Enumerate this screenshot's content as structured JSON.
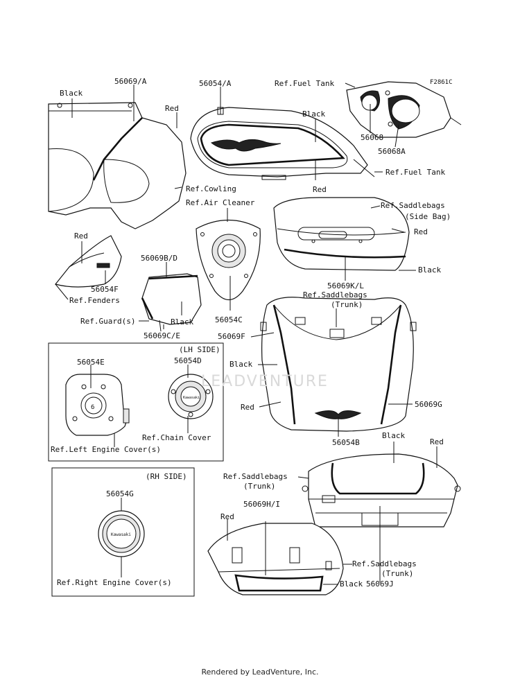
{
  "diagram_code": "F2861C",
  "watermark": "LEADVENTURE",
  "footer": "Rendered by LeadVenture, Inc.",
  "labels": {
    "black_1": "Black",
    "p56069A": "56069/A",
    "p56054A": "56054/A",
    "ref_fuel_tank_1": "Ref.Fuel Tank",
    "red_1": "Red",
    "black_2": "Black",
    "p56068": "56068",
    "p56068A": "56068A",
    "ref_fuel_tank_2": "Ref.Fuel Tank",
    "ref_cowling": "Ref.Cowling",
    "red_2": "Red",
    "ref_air_cleaner": "Ref.Air Cleaner",
    "ref_saddlebags_side_1": "Ref.Saddlebags",
    "ref_saddlebags_side_2": "(Side Bag)",
    "red_3": "Red",
    "red_4": "Red",
    "p56069BD": "56069B/D",
    "p56054F": "56054F",
    "ref_fenders": "Ref.Fenders",
    "ref_guard": "Ref.Guard(s)",
    "black_3": "Black",
    "p56069CE": "56069C/E",
    "p56054C": "56054C",
    "black_4": "Black",
    "p56069KL": "56069K/L",
    "ref_saddlebags_trunk_1a": "Ref.Saddlebags",
    "ref_saddlebags_trunk_1b": "(Trunk)",
    "p56069F": "56069F",
    "black_5": "Black",
    "red_5": "Red",
    "p56069G": "56069G",
    "p56054B": "56054B",
    "lh_side": "(LH SIDE)",
    "p56054E": "56054E",
    "p56054D": "56054D",
    "ref_chain_cover": "Ref.Chain Cover",
    "ref_left_engine_cover": "Ref.Left Engine Cover(s)",
    "rh_side": "(RH SIDE)",
    "p56054G": "56054G",
    "ref_right_engine_cover": "Ref.Right Engine Cover(s)",
    "black_6": "Black",
    "red_6": "Red",
    "ref_saddlebags_trunk_2a": "Ref.Saddlebags",
    "ref_saddlebags_trunk_2b": "(Trunk)",
    "p56069HI": "56069H/I",
    "red_7": "Red",
    "p56069J": "56069J",
    "ref_saddlebags_trunk_3a": "Ref.Saddlebags",
    "ref_saddlebags_trunk_3b": "(Trunk)",
    "black_7": "Black",
    "gauge_digit": "6",
    "emblem_lh": "Kawasaki",
    "emblem_rh": "Kawasaki"
  }
}
